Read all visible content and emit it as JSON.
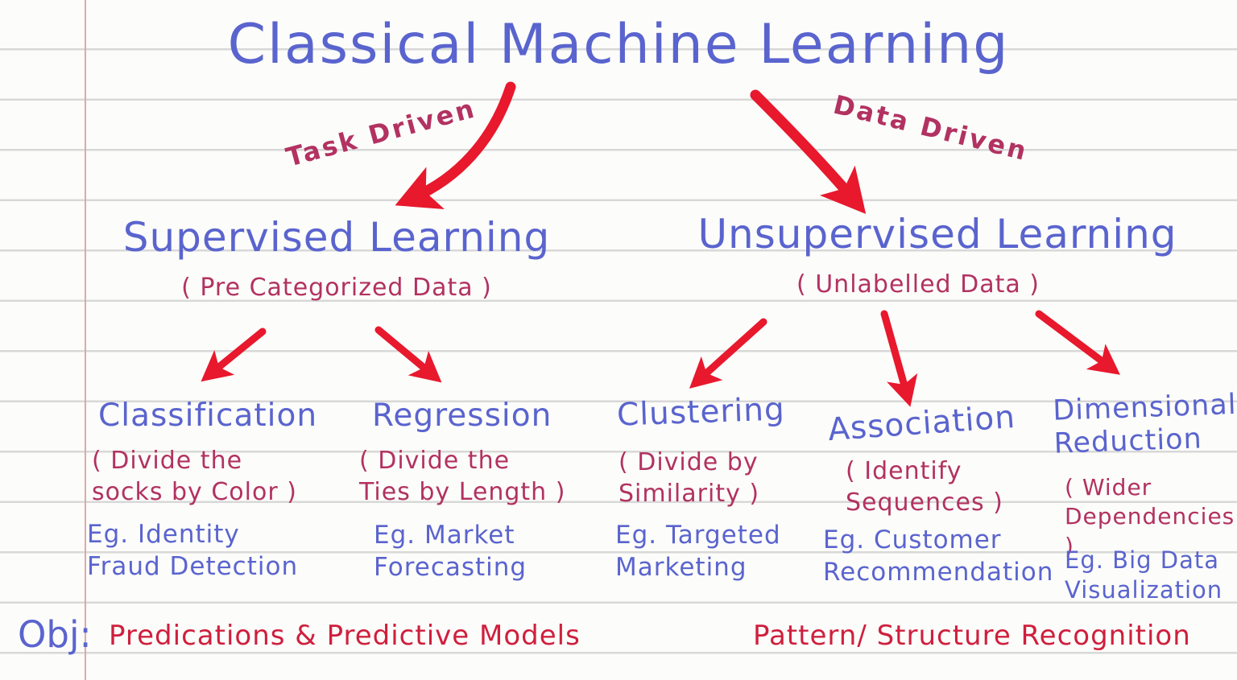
{
  "colors": {
    "ink_blue": "#5a64ce",
    "ink_crimson": "#b23261",
    "ink_red": "#cf1f3d",
    "arrow_red": "#e8182d",
    "paper_bg": "#fcfcfa",
    "paper_line": "#d8d8d8",
    "margin_line": "#dcaaaa"
  },
  "title": "Classical Machine Learning",
  "edges": {
    "left_label": "Task Driven",
    "right_label": "Data Driven"
  },
  "supervised": {
    "title": "Supervised Learning",
    "subtitle": "( Pre Categorized Data )",
    "children": [
      {
        "title": "Classification",
        "analogy": "( Divide the\nsocks by Color )",
        "example": "Eg. Identity\nFraud Detection"
      },
      {
        "title": "Regression",
        "analogy": "( Divide the\nTies by Length )",
        "example": "Eg. Market\nForecasting"
      }
    ]
  },
  "unsupervised": {
    "title": "Unsupervised Learning",
    "subtitle": "( Unlabelled Data )",
    "children": [
      {
        "title": "Clustering",
        "analogy": "( Divide by\nSimilarity )",
        "example": "Eg. Targeted\nMarketing"
      },
      {
        "title": "Association",
        "analogy": "( Identify\nSequences )",
        "example": "Eg. Customer\nRecommendation"
      },
      {
        "title": "Dimensionality\nReduction",
        "analogy": "( Wider\nDependencies )",
        "example": "Eg. Big Data\nVisualization"
      }
    ]
  },
  "objectives": {
    "label": "Obj:",
    "supervised": "Predications & Predictive Models",
    "unsupervised": "Pattern/ Structure Recognition"
  }
}
